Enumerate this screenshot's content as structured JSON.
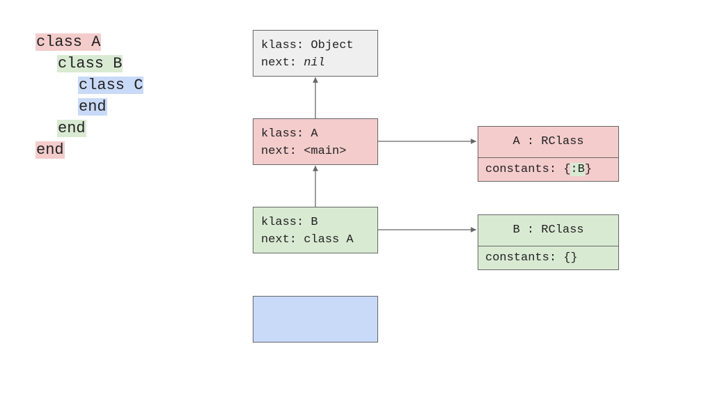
{
  "code": {
    "lines": [
      {
        "text": "class A",
        "color": "#f4cccc"
      },
      {
        "text": "class B",
        "color": "#d9ead3"
      },
      {
        "text": "class C",
        "color": "#c9daf8"
      },
      {
        "text": "end",
        "color": "#c9daf8"
      },
      {
        "text": "end",
        "color": "#d9ead3"
      },
      {
        "text": "end",
        "color": "#f4cccc"
      }
    ]
  },
  "frames": {
    "object": {
      "klass": "klass: Object",
      "next_label": "next: ",
      "next_value": "nil"
    },
    "a": {
      "klass": "klass: A",
      "next": "next: <main>"
    },
    "b": {
      "klass": "klass: B",
      "next": "next: class A"
    },
    "c": {}
  },
  "rclasses": {
    "a": {
      "title": "A : RClass",
      "constants_prefix": "constants: {",
      "constants_symbol": ":B",
      "constants_suffix": "}"
    },
    "b": {
      "title": "B : RClass",
      "constants": "constants: {}"
    }
  },
  "colors": {
    "red": "#f4cccc",
    "green": "#d9ead3",
    "blue": "#c9daf8",
    "gray": "#efefef",
    "line": "#666666"
  }
}
